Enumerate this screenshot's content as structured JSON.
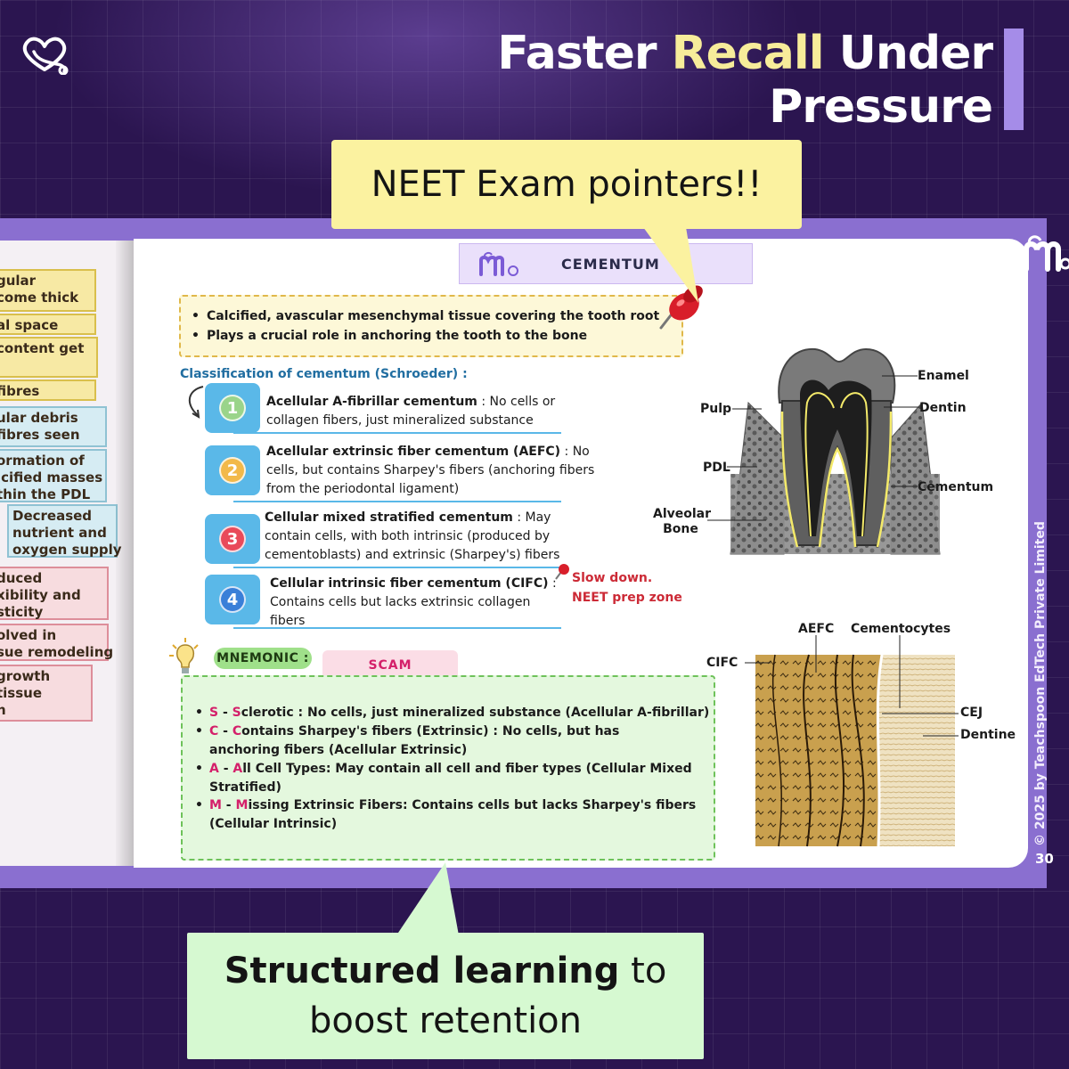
{
  "headline": {
    "line1_pre": "Faster ",
    "line1_highlight": "Recall",
    "line1_post": " Under",
    "line2": "Pressure"
  },
  "callouts": {
    "top": "NEET Exam pointers!!",
    "bottom_bold": "Structured learning",
    "bottom_rest": " to",
    "bottom_line2": "boost retention"
  },
  "left_page": {
    "boxes": [
      "gular\ncome thick",
      "al space",
      "content get",
      "fibres",
      "ular debris\nfibres seen",
      "ormation of\nlcified masses\nthin the PDL",
      "Decreased\nnutrient and\noxygen supply",
      "duced\nxibility and\nsticity",
      "olved in\nsue remodeling",
      "growth\ntissue\nn"
    ]
  },
  "page": {
    "title": "CEMENTUM",
    "intro": [
      "Calcified, avascular mesenchymal tissue covering the tooth root",
      "Plays a crucial role in anchoring the tooth to the bone"
    ],
    "classification_title": "Classification of cementum (Schroeder) :",
    "classes": [
      {
        "num": "1",
        "name": "Acellular A-fibrillar cementum",
        "desc": " : No cells or collagen fibers, just mineralized substance"
      },
      {
        "num": "2",
        "name": "Acellular extrinsic fiber cementum (AEFC)",
        "desc": " : No cells, but contains Sharpey's fibers (anchoring fibers from the periodontal ligament)"
      },
      {
        "num": "3",
        "name": "Cellular mixed stratified cementum",
        "desc": " : May contain cells, with both intrinsic (produced by cementoblasts) and extrinsic (Sharpey's) fibers"
      },
      {
        "num": "4",
        "name": "Cellular intrinsic fiber cementum (CIFC)",
        "desc": " : Contains cells but lacks extrinsic collagen fibers"
      }
    ],
    "slow_down_1": "Slow down.",
    "slow_down_2": "NEET prep zone",
    "mnemonic_label": "MNEMONIC :",
    "mnemonic_word": "SCAM",
    "mnemonic_items": [
      {
        "letter": "S",
        "sep": " - ",
        "first": "S",
        "rest": "clerotic : No cells, just mineralized substance (Acellular A-fibrillar)"
      },
      {
        "letter": "C",
        "sep": " - ",
        "first": "C",
        "rest": "ontains Sharpey's fibers (Extrinsic) : No cells, but has anchoring fibers (Acellular Extrinsic)"
      },
      {
        "letter": "A",
        "sep": " - ",
        "first": "A",
        "rest": "ll Cell Types: May contain all cell and fiber types (Cellular Mixed Stratified)"
      },
      {
        "letter": "M",
        "sep": " - ",
        "first": "M",
        "rest": "issing Extrinsic Fibers: Contains cells but lacks Sharpey's fibers (Cellular Intrinsic)"
      }
    ],
    "tooth_labels": {
      "enamel": "Enamel",
      "dentin": "Dentin",
      "pulp": "Pulp",
      "pdl": "PDL",
      "cementum": "Cementum",
      "alveolar_bone_1": "Alveolar",
      "alveolar_bone_2": "Bone"
    },
    "section_labels": {
      "aefc": "AEFC",
      "cementocytes": "Cementocytes",
      "cifc": "CIFC",
      "cej": "CEJ",
      "dentine": "Dentine"
    },
    "copyright": "© 2025 by Teachspoon EdTech Private Limited",
    "page_number": "30"
  },
  "colors": {
    "background": "#2b1550",
    "accent_purple": "#8a6fd0",
    "highlight_yellow": "#f7ec9a",
    "badge_blue": "#5ab8e8",
    "mnemonic_pink": "#d4206a"
  }
}
